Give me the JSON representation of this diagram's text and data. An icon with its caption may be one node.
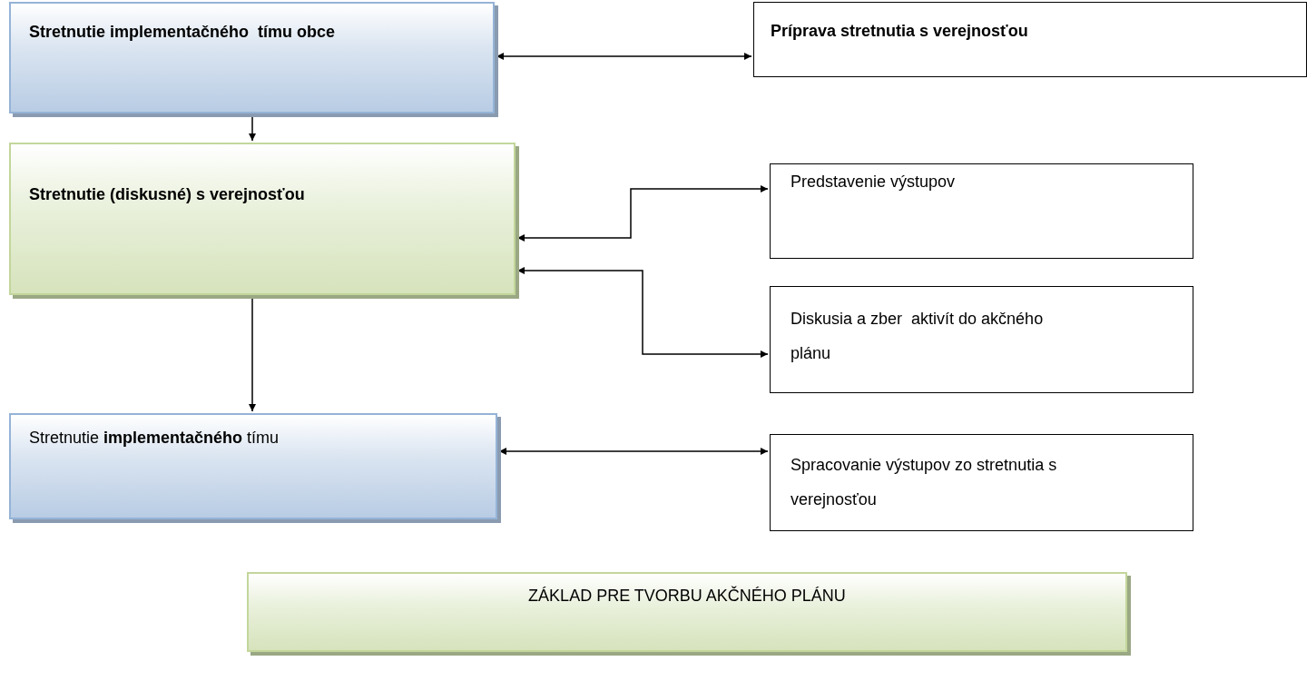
{
  "diagram": {
    "nodes": [
      {
        "text": [
          "Stretnutie implementačného  tímu obce"
        ]
      },
      {
        "text": [
          "Príprava stretnutia s verejnosťou"
        ]
      },
      {
        "text": [
          "Stretnutie (diskusné) s verejnosťou"
        ]
      },
      {
        "text": [
          "Predstavenie výstupov"
        ]
      },
      {
        "text": [
          "Diskusia a zber  aktivít do akčného plánu"
        ]
      },
      {
        "text": [
          "Stretnutie **implementačného** tímu"
        ]
      },
      {
        "text": [
          "Spracovanie výstupov zo stretnutia s verejnosťou"
        ]
      },
      {
        "text": [
          "ZÁKLAD PRE TVORBU AKČNÉHO PLÁNU"
        ]
      }
    ],
    "edges": [
      {
        "from": 0,
        "to": 1,
        "arrow": "both"
      },
      {
        "from": 0,
        "to": 2,
        "arrow": "to"
      },
      {
        "from": 2,
        "to": 3,
        "arrow": "both"
      },
      {
        "from": 2,
        "to": 4,
        "arrow": "both"
      },
      {
        "from": 2,
        "to": 5,
        "arrow": "to"
      },
      {
        "from": 5,
        "to": 6,
        "arrow": "both"
      }
    ]
  }
}
